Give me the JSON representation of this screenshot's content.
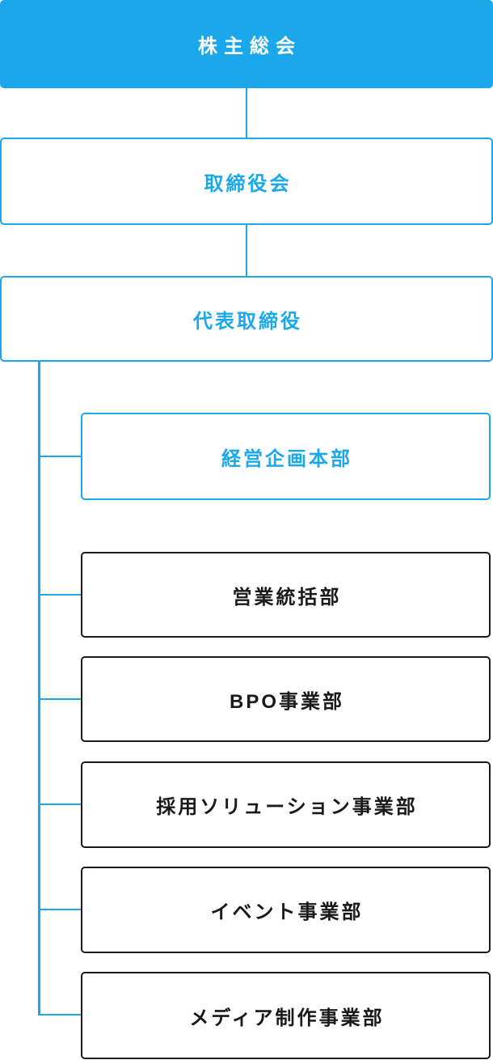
{
  "chart": {
    "type": "org-chart",
    "colors": {
      "accent_blue": "#1AA8EB",
      "dark": "#1A1A1A",
      "background": "#FFFFFF",
      "top_node_text": "#FFFFFF"
    },
    "nodes": [
      {
        "id": "shareholders-meeting",
        "label": "株主総会",
        "style": "solid-blue",
        "level": 1
      },
      {
        "id": "board-of-directors",
        "label": "取締役会",
        "style": "outline-blue",
        "level": 2
      },
      {
        "id": "representative-director",
        "label": "代表取締役",
        "style": "outline-blue",
        "level": 3
      },
      {
        "id": "corporate-planning-division",
        "label": "経営企画本部",
        "style": "outline-blue",
        "level": 4
      },
      {
        "id": "sales-management-dept",
        "label": "営業統括部",
        "style": "outline-dark",
        "level": 4
      },
      {
        "id": "bpo-division",
        "label": "BPO事業部",
        "style": "outline-dark",
        "level": 4
      },
      {
        "id": "recruitment-solutions-division",
        "label": "採用ソリューション事業部",
        "style": "outline-dark",
        "level": 4
      },
      {
        "id": "event-division",
        "label": "イベント事業部",
        "style": "outline-dark",
        "level": 4
      },
      {
        "id": "media-production-division",
        "label": "メディア制作事業部",
        "style": "outline-dark",
        "level": 4
      }
    ]
  }
}
